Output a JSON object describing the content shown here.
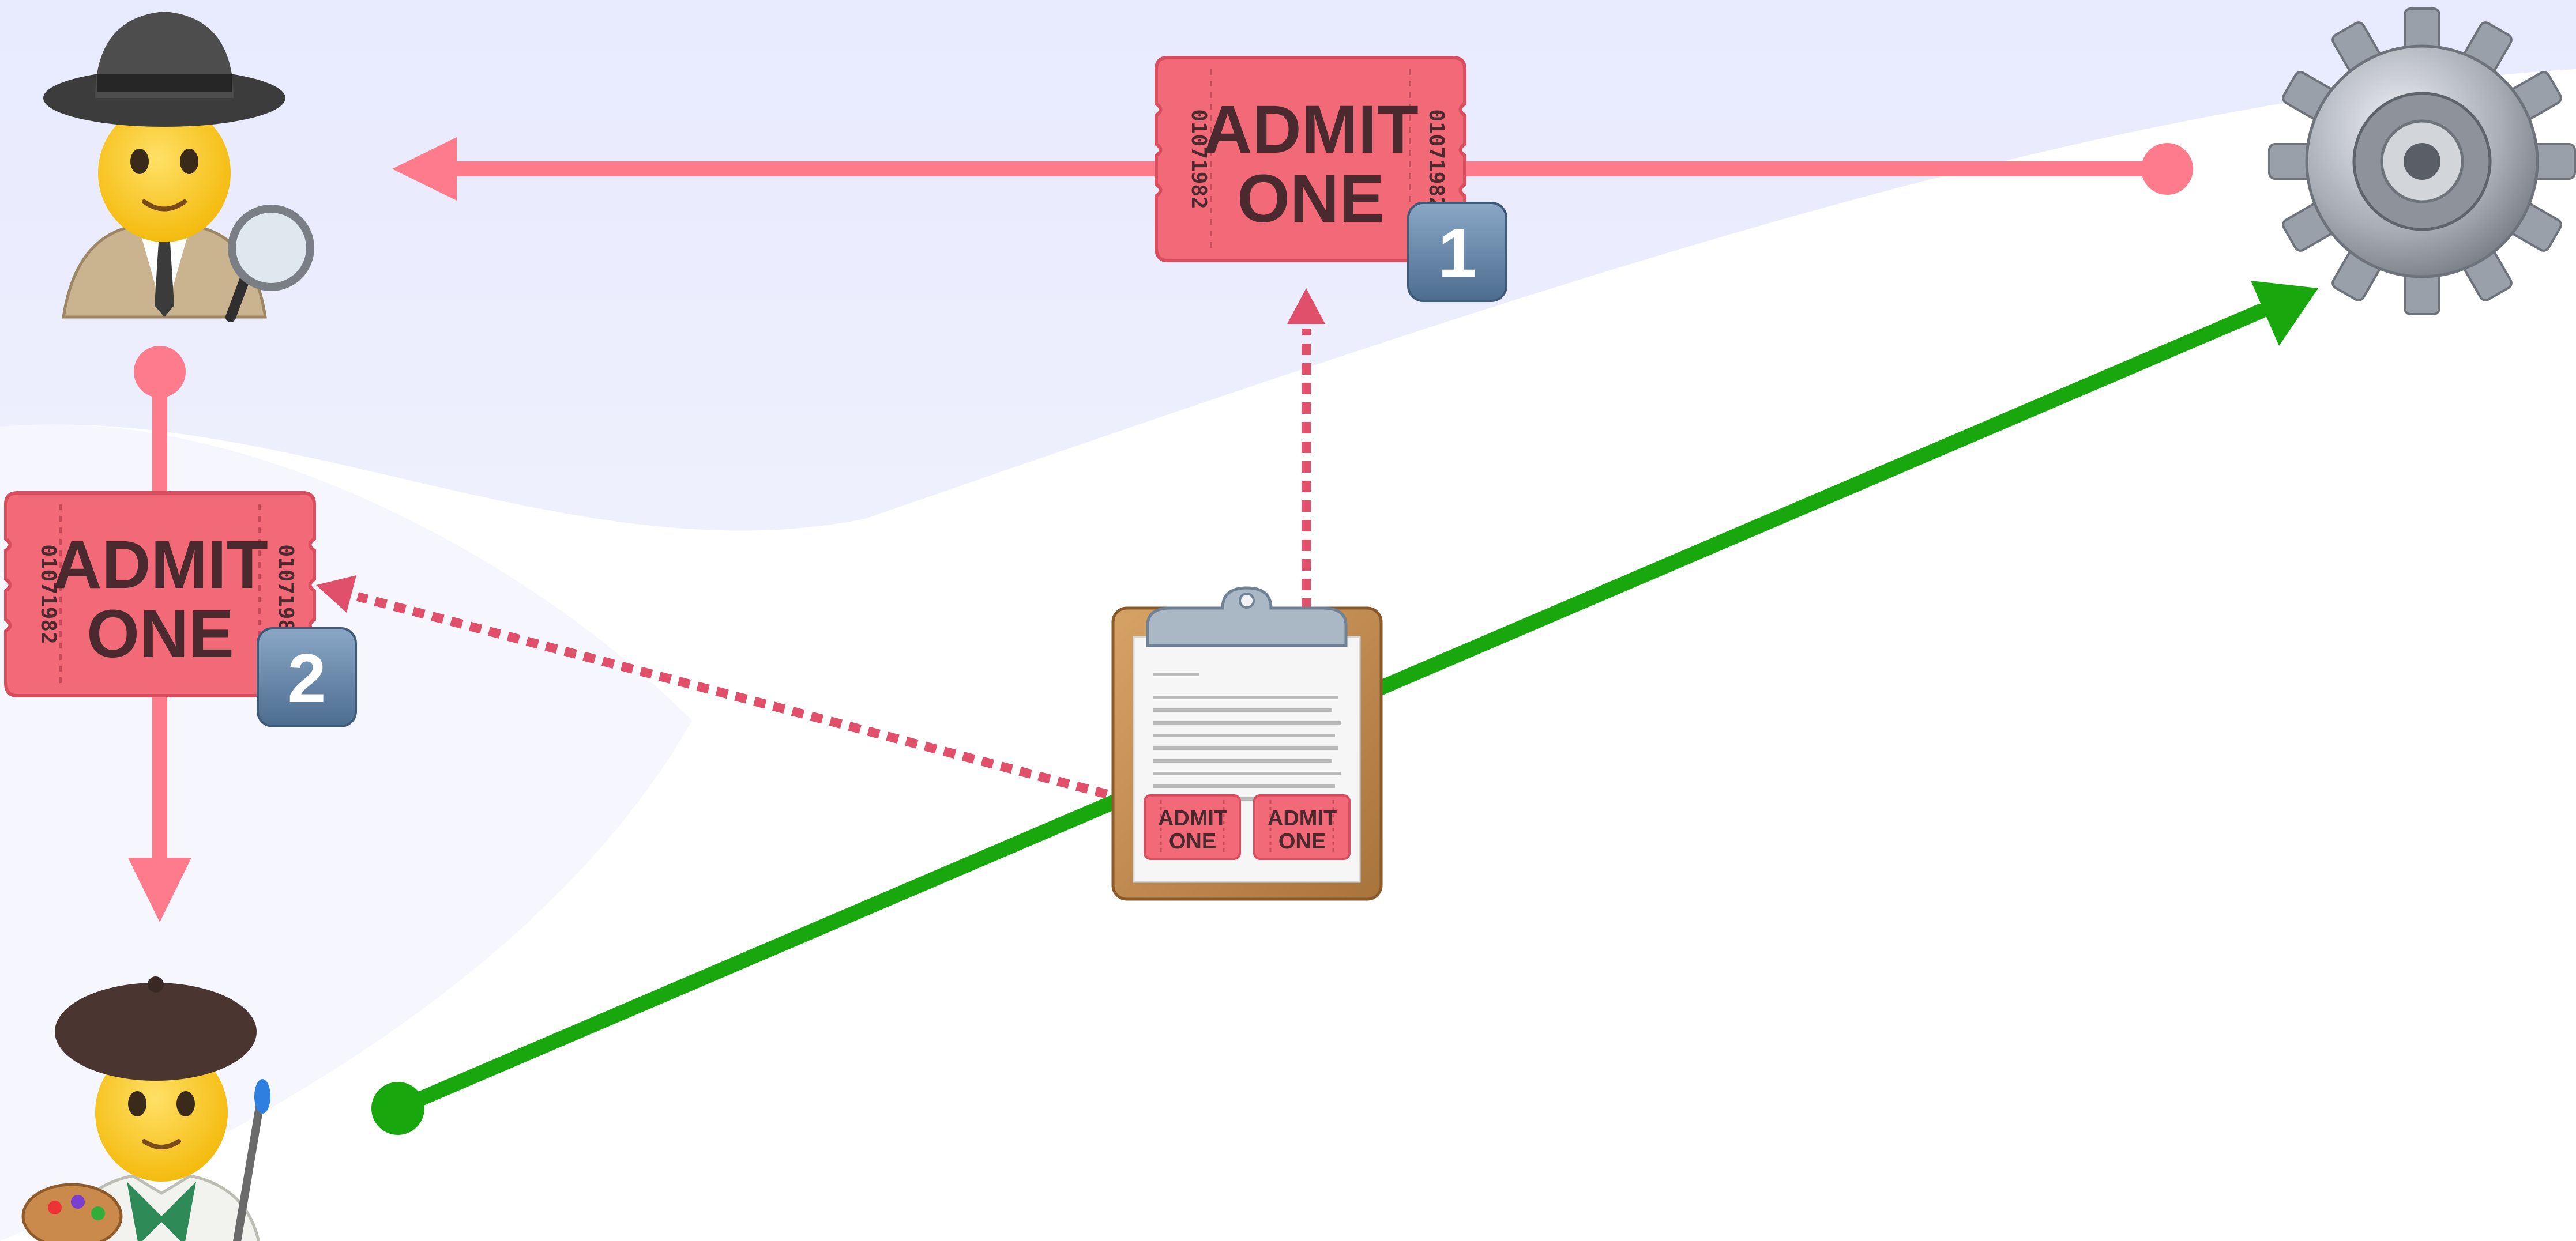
{
  "colors": {
    "background_top": "#e9ebff",
    "background_bottom": "#ffffff",
    "edge_pink": "#fd7b8a",
    "dotted_crimson": "#e0506a",
    "edge_green": "#18a80e",
    "ticket_fill": "#f26a78",
    "ticket_text": "#4a2a2e",
    "badge_fill": "#5f7fa0",
    "badge_text": "#ffffff"
  },
  "nodes": {
    "detective": {
      "icon": "detective-emoji"
    },
    "artist": {
      "icon": "artist-emoji"
    },
    "gear": {
      "icon": "gear-emoji"
    },
    "clipboard": {
      "icon": "clipboard-emoji"
    }
  },
  "tickets": [
    {
      "line1": "ADMIT",
      "line2": "ONE",
      "serial": "01071982",
      "badge": "1"
    },
    {
      "line1": "ADMIT",
      "line2": "ONE",
      "serial": "01071982",
      "badge": "2"
    }
  ],
  "clipboard_tickets": [
    {
      "line1": "ADMIT",
      "line2": "ONE"
    },
    {
      "line1": "ADMIT",
      "line2": "ONE"
    }
  ]
}
